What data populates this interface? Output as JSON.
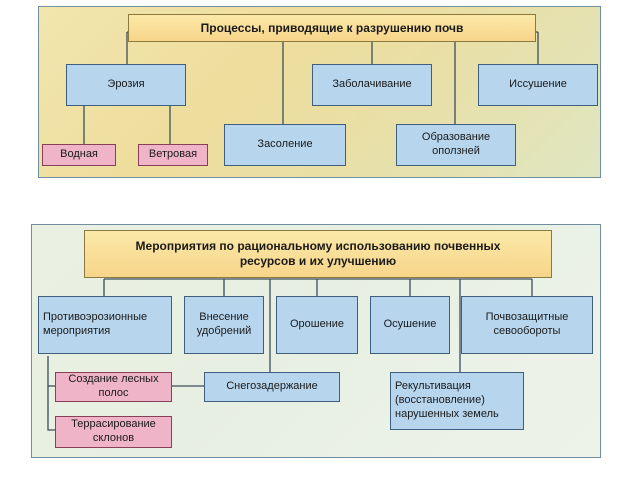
{
  "top": {
    "title": "Процессы, приводящие к разрушению почв",
    "boxes": {
      "erosion": "Эрозия",
      "waterlogging": "Заболачивание",
      "drying": "Иссушение",
      "salinization": "Засоление",
      "landslides": "Образование оползней",
      "water": "Водная",
      "wind": "Ветровая"
    }
  },
  "bottom": {
    "title": "Мероприятия по рациональному использованию почвенных ресурсов и их улучшению",
    "boxes": {
      "anti_erosion": "Противоэрозионные мероприятия",
      "fertilizers": "Внесение удобрений",
      "irrigation": "Орошение",
      "drainage": "Осушение",
      "crop_rotation": "Почвозащитные севообороты",
      "forest_strips": "Создание лесных полос",
      "terracing": "Террасирование склонов",
      "snow_retention": "Снегозадержание",
      "recultivation": "Рекультивация (восстановление) нарушенных земель"
    }
  },
  "colors": {
    "box_blue": "#b7d6ee",
    "box_pink": "#efb4c7",
    "box_yellow": "#f7d58a",
    "panel_top": "#eedd9c",
    "panel_bottom": "#e7efe2"
  }
}
